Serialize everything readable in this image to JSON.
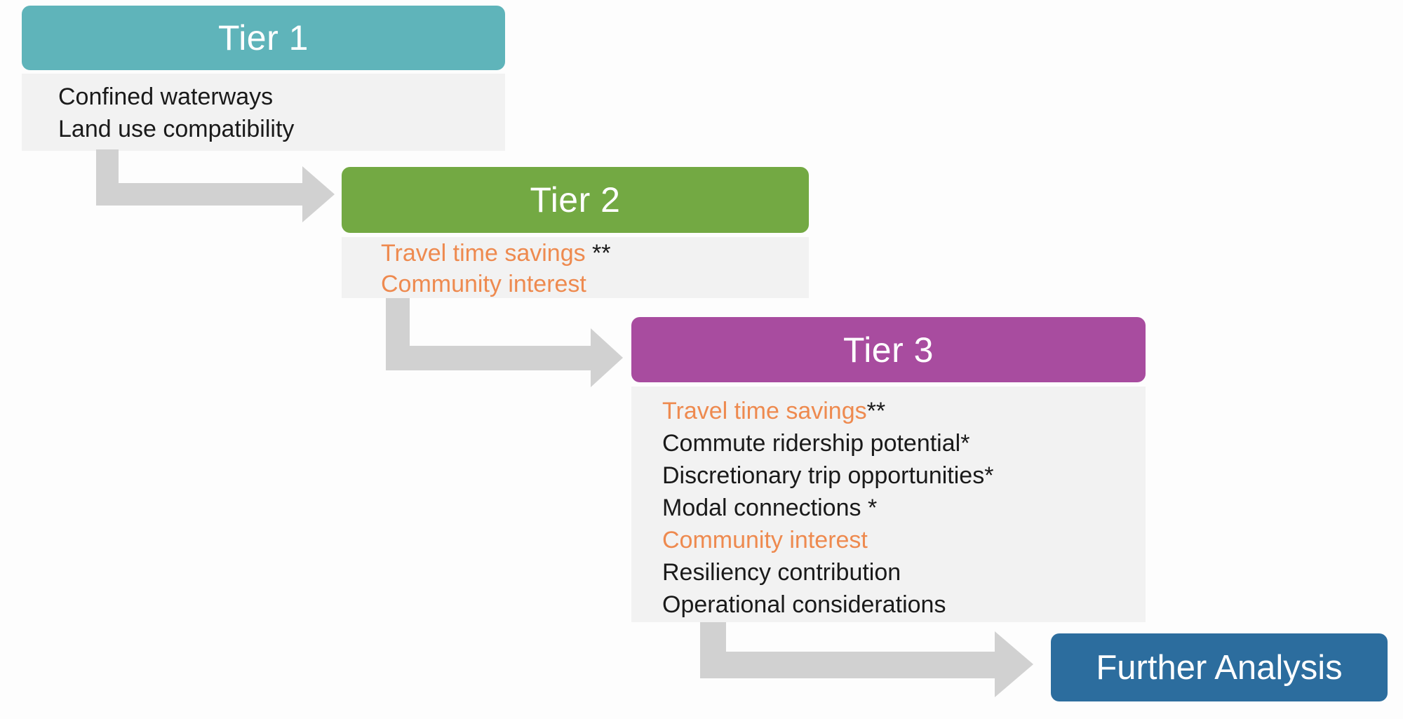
{
  "palette": {
    "background": "#FDFDFD",
    "body_bg": "#F2F2F2",
    "arrow": "#D1D1D1",
    "orange": "#EE8A4F",
    "text": "#1A1A1A",
    "header_text": "#FFFFFF"
  },
  "tiers": [
    {
      "label": "Tier 1",
      "header_color": "#5FB4BA",
      "items": [
        {
          "text": "Confined waterways",
          "style": "text"
        },
        {
          "text": "Land use compatibility",
          "style": "text"
        }
      ]
    },
    {
      "label": "Tier 2",
      "header_color": "#73A943",
      "items": [
        {
          "text": "Travel time savings",
          "suffix": " **",
          "style": "orange"
        },
        {
          "text": "Community interest",
          "style": "orange"
        }
      ]
    },
    {
      "label": "Tier 3",
      "header_color": "#A84C9F",
      "items": [
        {
          "text": "Travel time savings",
          "suffix": "**",
          "style": "orange"
        },
        {
          "text": "Commute ridership potential*",
          "style": "text"
        },
        {
          "text": "Discretionary trip opportunities*",
          "style": "text"
        },
        {
          "text": "Modal connections *",
          "style": "text"
        },
        {
          "text": "Community interest",
          "style": "orange"
        },
        {
          "text": "Resiliency contribution",
          "style": "text"
        },
        {
          "text": "Operational considerations",
          "style": "text"
        }
      ]
    }
  ],
  "further_analysis": {
    "label": "Further Analysis",
    "color": "#2C6D9E"
  }
}
